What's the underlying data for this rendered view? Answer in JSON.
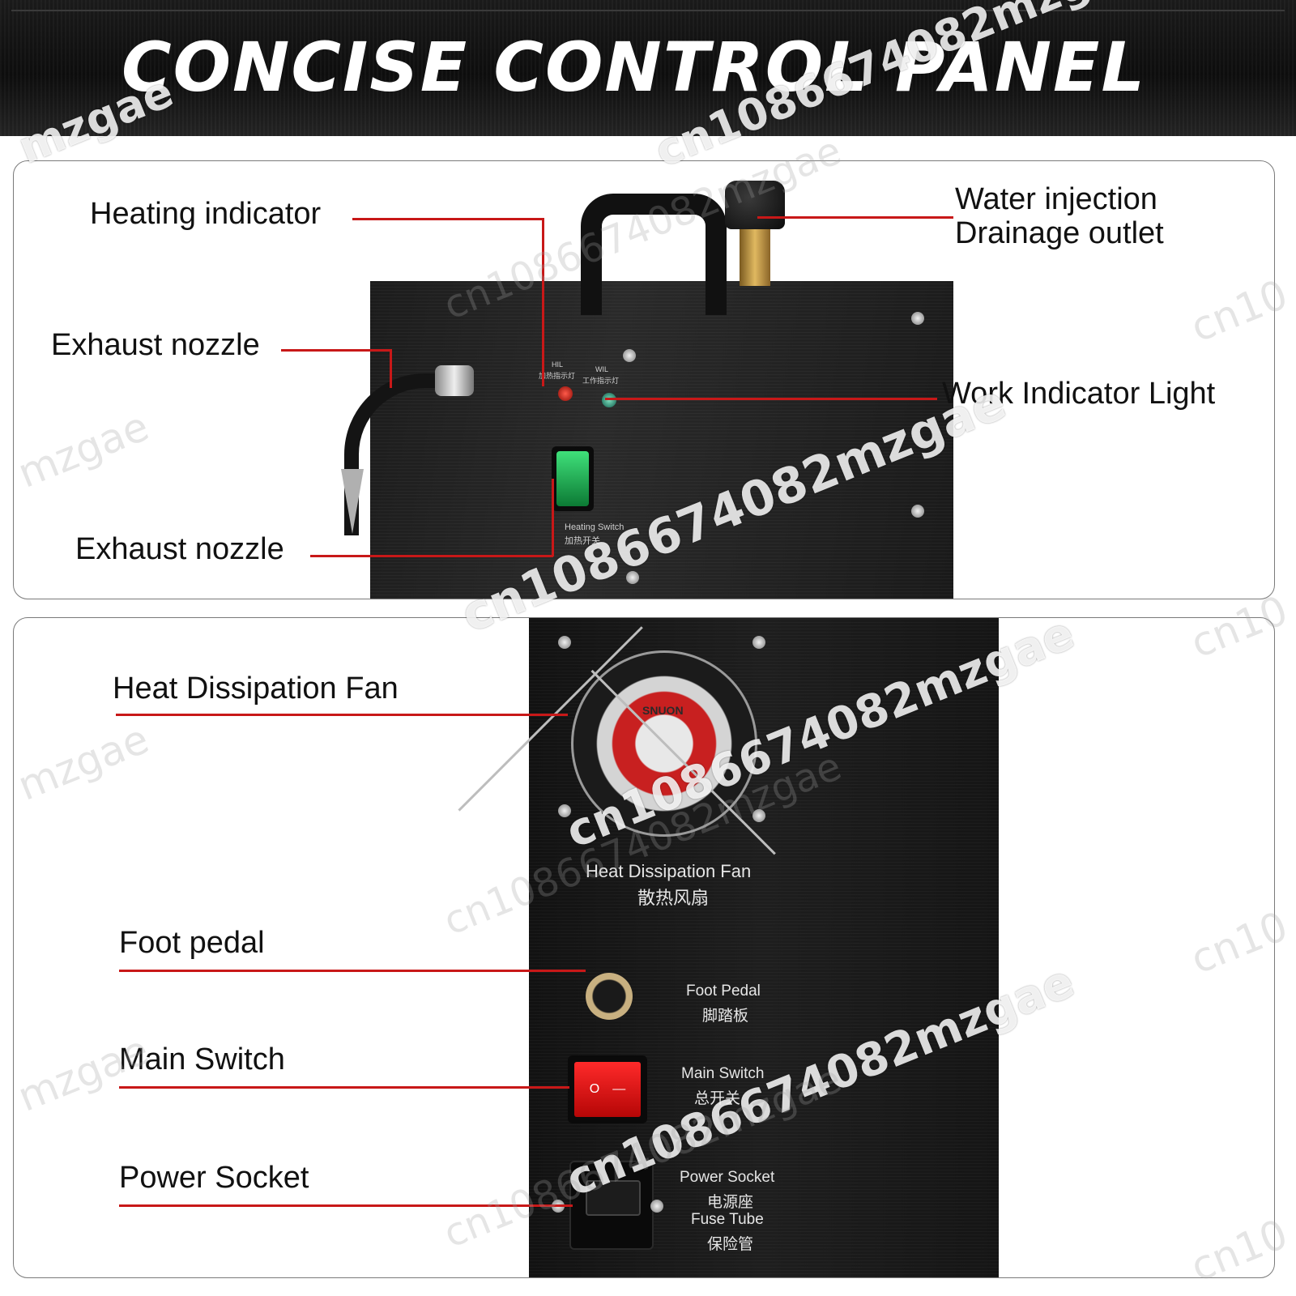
{
  "banner": {
    "title": "CONCISE CONTROL PANEL"
  },
  "top_panel": {
    "labels": {
      "heating_indicator": "Heating indicator",
      "exhaust_nozzle_upper": "Exhaust nozzle",
      "exhaust_nozzle_lower": "Exhaust nozzle",
      "water_injection": "Water injection",
      "drainage_outlet": "Drainage outlet",
      "work_indicator": "Work Indicator Light"
    },
    "machine_text": {
      "hil": "HIL",
      "hil_cn": "加热指示灯",
      "wil": "WIL",
      "wil_cn": "工作指示灯",
      "switch_label": "Heating Switch",
      "switch_label_cn": "加热开关"
    }
  },
  "bottom_panel": {
    "labels": {
      "fan": "Heat Dissipation Fan",
      "foot_pedal": "Foot pedal",
      "main_switch": "Main Switch",
      "power_socket": "Power Socket"
    },
    "machine_text": {
      "brand": "SNUON",
      "fan": "Heat Dissipation Fan",
      "fan_cn": "散热风扇",
      "foot_pedal": "Foot Pedal",
      "foot_pedal_cn": "脚踏板",
      "main_switch": "Main Switch",
      "main_switch_cn": "总开关",
      "switch_on": "O",
      "switch_off": "—",
      "power_socket": "Power Socket",
      "power_socket_cn": "电源座",
      "fuse_tube": "Fuse Tube",
      "fuse_tube_cn": "保险管"
    }
  },
  "watermark": {
    "text": "cn1086674082mzgae",
    "fragment": "mzgae",
    "fragment_cn": "cn10"
  },
  "colors": {
    "callout": "#c81818",
    "banner": "#111111",
    "switch_green": "#1faa55",
    "switch_red": "#e01010"
  }
}
